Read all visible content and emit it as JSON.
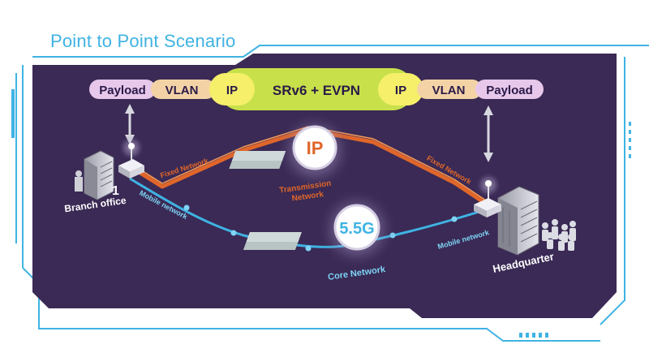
{
  "title": "Point to Point Scenario",
  "header_bar": {
    "left": [
      "Payload",
      "VLAN",
      "IP"
    ],
    "center": "SRv6 + EVPN",
    "right": [
      "IP",
      "VLAN",
      "Payload"
    ]
  },
  "nodes": {
    "branch_number": "1",
    "branch": "Branch office",
    "headquarter": "Headquarter",
    "ip_badge": "IP",
    "transmission_line1": "Transmission",
    "transmission_line2": "Network",
    "core_badge": "5.5G",
    "core": "Core Network"
  },
  "links": {
    "fixed_left": "Fixed Network",
    "fixed_right": "Fixed Network",
    "mobile_left": "Mobile network",
    "mobile_right": "Mobile network"
  },
  "colors": {
    "panel": "#3a2a55",
    "frame": "#3fb3e3",
    "fixed": "#e0662a",
    "mobile": "#3fb3e3",
    "payload_pill": "#e7c8ea",
    "vlan_pill": "#f3d3a6",
    "ip_pill": "#f5ef6a",
    "srv6_pill": "#c8e04a"
  }
}
